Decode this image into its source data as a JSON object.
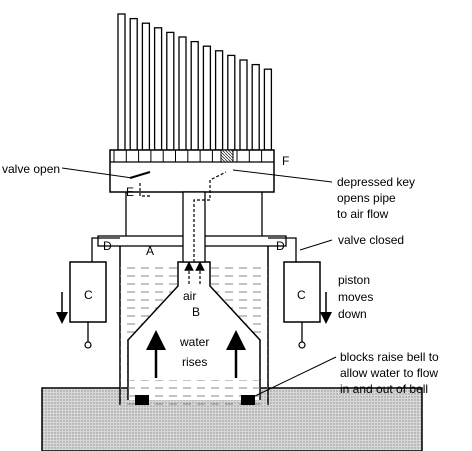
{
  "labels": {
    "valve_open": "valve open",
    "E": "E",
    "F": "F",
    "A": "A",
    "B": "B",
    "C": "C",
    "D": "D",
    "depressed_key": [
      "depressed key",
      "opens pipe",
      "to air flow"
    ],
    "valve_closed": "valve closed",
    "piston": [
      "piston",
      "moves",
      "down"
    ],
    "air": "air",
    "water_rises": [
      "water",
      "rises"
    ],
    "blocks": [
      "blocks raise bell to",
      "allow water to flow",
      "in and out of bell"
    ]
  },
  "colors": {
    "ink": "#000000",
    "water": "#9a9a9a",
    "ground": "#c8c8c8",
    "hatch": "#6a6a6a"
  }
}
